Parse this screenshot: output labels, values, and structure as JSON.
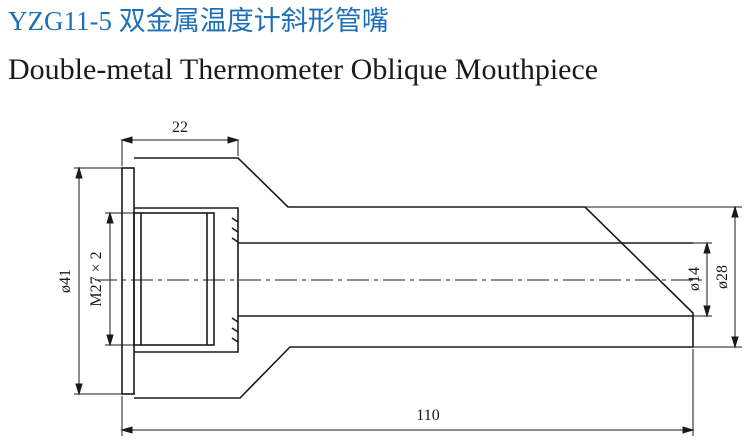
{
  "title": {
    "chinese": "YZG11-5 双金属温度计斜形管嘴",
    "english": "Double-metal Thermometer Oblique Mouthpiece"
  },
  "dimensions": {
    "flange_length": "22",
    "flange_diameter": "ø41",
    "thread": "M27 × 2",
    "bore_diameter": "ø14",
    "tip_diameter": "ø28",
    "overall_length": "110"
  },
  "colors": {
    "title_blue": "#1f6fb8",
    "line": "#1a1a1a"
  }
}
